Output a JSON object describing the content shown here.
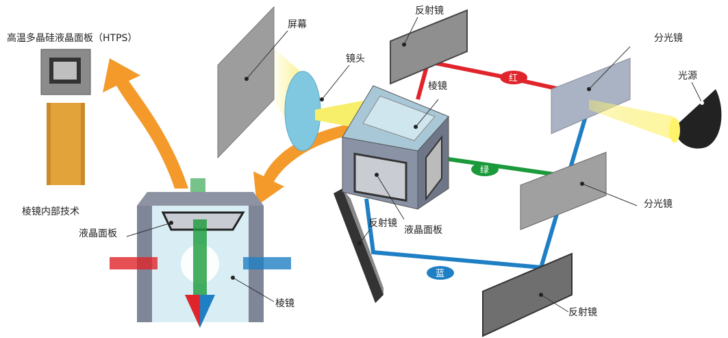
{
  "labels": {
    "htps": "高温多晶硅液晶面板（HTPS）",
    "screen": "屏幕",
    "lens": "镜头",
    "mirror_top": "反射镜",
    "dichroic_top": "分光镜",
    "light_source": "光源",
    "prism_center": "棱镜",
    "dichroic_mid": "分光镜",
    "mirror_left": "反射镜",
    "lcd_center": "液晶面板",
    "mirror_bottom": "反射镜",
    "prism_tech": "棱镜内部技术",
    "lcd_left": "液晶面板",
    "prism_left": "棱镜"
  },
  "paths": {
    "red": "红",
    "green": "绿",
    "blue": "蓝"
  },
  "colors": {
    "red": "#e0242b",
    "green": "#1a9a3a",
    "blue": "#1f7fc4",
    "orange": "#f39a2b",
    "yellow": "#f7ee6a"
  }
}
